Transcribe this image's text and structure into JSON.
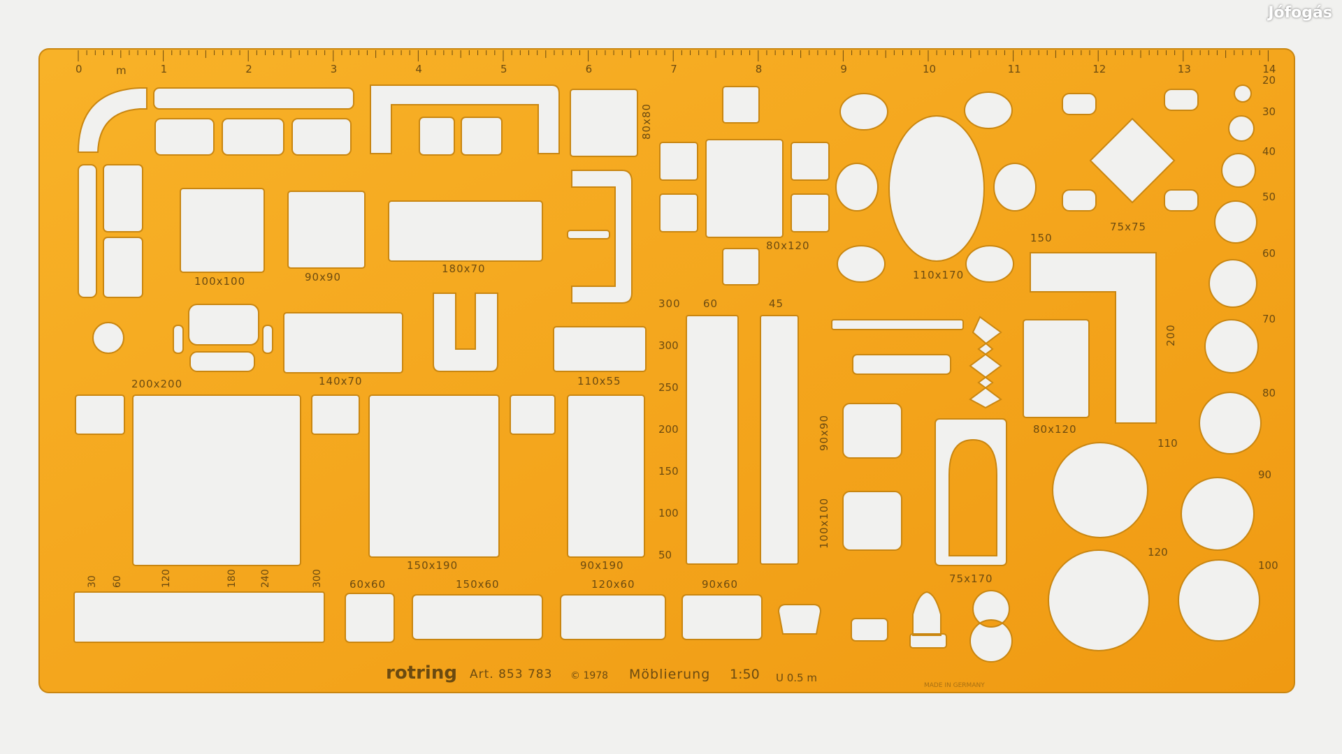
{
  "watermark": "Jófogás",
  "stencil": {
    "brand": "rotring",
    "article": "Art. 853 783",
    "copyright": "© 1978",
    "title": "Möblierung",
    "scale": "1:50",
    "pen_mark": "U 0.5 m",
    "made_in": "MADE IN GERMANY",
    "ruler": {
      "unit": "m",
      "numbers": [
        "0",
        "1",
        "2",
        "3",
        "4",
        "5",
        "6",
        "7",
        "8",
        "9",
        "10",
        "11",
        "12",
        "13",
        "14"
      ]
    },
    "labels": {
      "s100x100": "100x100",
      "s90x90": "90x90",
      "s180x70": "180x70",
      "s80x80": "80x80",
      "s80x120_table": "80x120",
      "s110x170": "110x170",
      "s75x75": "75x75",
      "s150": "150",
      "s200": "200",
      "s80x120": "80x120",
      "s200x200": "200x200",
      "s140x70": "140x70",
      "s110x55": "110x55",
      "s150x190": "150x190",
      "s90x190": "90x190",
      "s90x90_b": "90x90",
      "s100x100_b": "100x100",
      "s75x170": "75x170",
      "s60x60": "60x60",
      "s150x60": "150x60",
      "s120x60": "120x60",
      "s90x60": "90x60",
      "w300": "300",
      "w60": "60",
      "w45": "45"
    },
    "wardrobe_scale": [
      "300",
      "250",
      "200",
      "150",
      "100",
      "50"
    ],
    "bench_scale": [
      "30",
      "60",
      "120",
      "180",
      "240",
      "300"
    ],
    "circle_sizes": [
      "20",
      "30",
      "40",
      "50",
      "60",
      "70",
      "80",
      "90",
      "100",
      "110",
      "120"
    ]
  },
  "colors": {
    "background": "#f1f1ef",
    "stencil": "#f4a418",
    "stencil_edge": "#c98610",
    "print": "#6b4a10"
  }
}
